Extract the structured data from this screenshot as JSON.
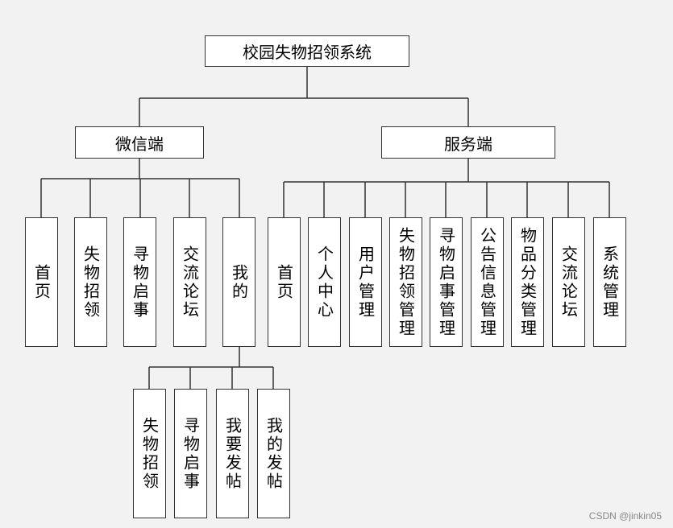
{
  "root": "校园失物招领系统",
  "branches": [
    {
      "label": "微信端",
      "children": [
        {
          "label": "首页"
        },
        {
          "label": "失物招领"
        },
        {
          "label": "寻物启事"
        },
        {
          "label": "交流论坛"
        },
        {
          "label": "我的",
          "children": [
            "失物招领",
            "寻物启事",
            "我要发帖",
            "我的发帖"
          ]
        }
      ]
    },
    {
      "label": "服务端",
      "children": [
        {
          "label": "首页"
        },
        {
          "label": "个人中心"
        },
        {
          "label": "用户管理"
        },
        {
          "label": "失物招领管理"
        },
        {
          "label": "寻物启事管理"
        },
        {
          "label": "公告信息管理"
        },
        {
          "label": "物品分类管理"
        },
        {
          "label": "交流论坛"
        },
        {
          "label": "系统管理"
        }
      ]
    }
  ],
  "watermark": "CSDN @jinkin05"
}
